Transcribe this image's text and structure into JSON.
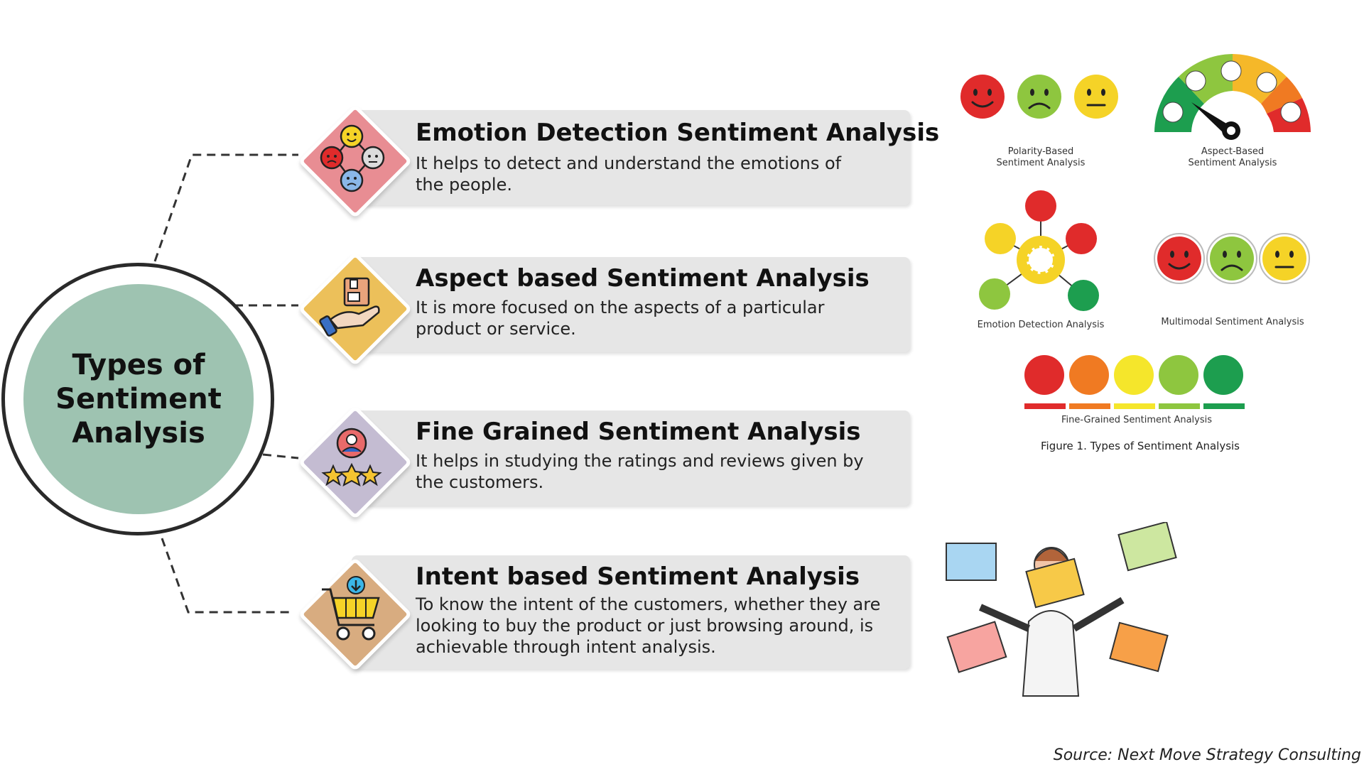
{
  "hub": {
    "title": "Types of\nSentiment\nAnalysis"
  },
  "cards": [
    {
      "title": "Emotion Detection Sentiment Analysis",
      "desc": "It helps to detect and understand the emotions of the people.",
      "color": "#e88d93"
    },
    {
      "title": "Aspect based Sentiment Analysis",
      "desc": "It is more focused on the aspects of a particular product or service.",
      "color": "#ecc05a"
    },
    {
      "title": "Fine Grained Sentiment Analysis",
      "desc": "It helps in studying the ratings and reviews given by the customers.",
      "color": "#c4bcd2"
    },
    {
      "title": "Intent based Sentiment Analysis",
      "desc": "To know the intent of the customers, whether they are looking to buy the product or just browsing around, is achievable through intent analysis.",
      "color": "#d8ac80"
    }
  ],
  "figure": {
    "captions": {
      "polarity": "Polarity-Based\nSentiment Analysis",
      "aspect": "Aspect-Based\nSentiment Analysis",
      "emotion": "Emotion Detection Analysis",
      "multimodal": "Multimodal Sentiment Analysis",
      "fine": "Fine-Grained Sentiment Analysis"
    },
    "title": "Figure 1. Types of Sentiment Analysis"
  },
  "icons": [
    "emotion-faces-icon",
    "hand-box-icon",
    "user-rating-stars-icon",
    "shopping-cart-icon",
    "smiley-faces",
    "gauge-meter",
    "emotion-wheel",
    "multimodal-faces",
    "rating-scale-faces",
    "person-with-mood-cards"
  ],
  "colors": {
    "red": "#e02b2b",
    "green": "#8ec63f",
    "yellow": "#f5d327",
    "orange": "#f07a22",
    "darkgreen": "#1d9e4f",
    "hub": "#9ec3b1"
  },
  "source": "Source: Next Move Strategy Consulting"
}
